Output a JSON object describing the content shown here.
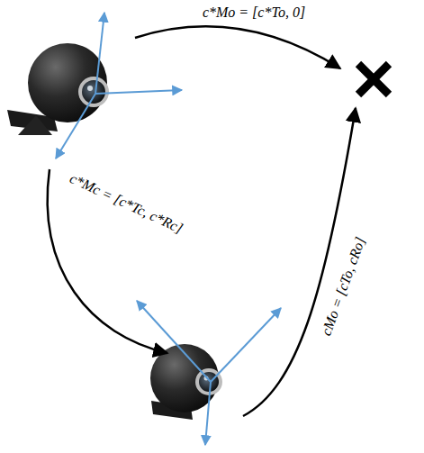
{
  "diagram": {
    "labels": [
      "c*Mo = [c*To, 0]",
      "c*Mc = [c*Tc, c*Rc]",
      "cMo = [cTo, cRo]"
    ]
  }
}
